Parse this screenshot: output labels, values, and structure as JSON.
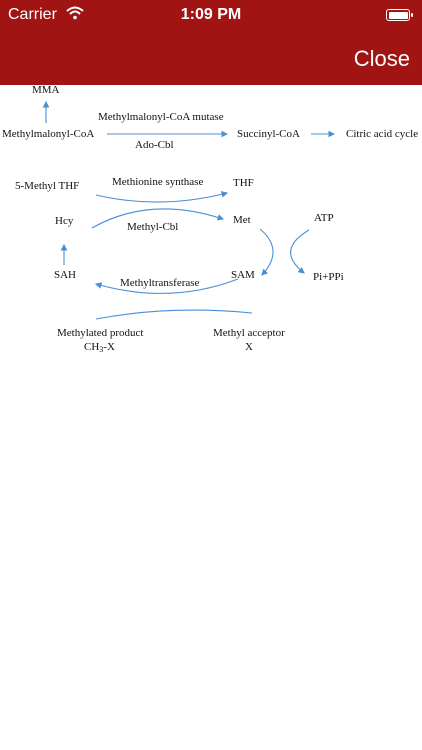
{
  "status_bar": {
    "carrier": "Carrier",
    "time": "1:09 PM",
    "wifi_icon": "wifi-icon",
    "battery_icon": "battery-icon"
  },
  "nav": {
    "close_label": "Close",
    "bar_color": "#a11414"
  },
  "diagram": {
    "arrow_color": "#4a8fd6",
    "labels": {
      "mma": "MMA",
      "methylmalonyl_coa": "Methylmalonyl-CoA",
      "mutase": "Methylmalonyl-CoA  mutase",
      "ado_cbl": "Ado-Cbl",
      "succinyl_coa": "Succinyl-CoA",
      "citric_acid": "Citric acid cycle",
      "methyl_thf": "5-Methyl THF",
      "methionine_synthase": "Methionine  synthase",
      "thf": "THF",
      "hcy": "Hcy",
      "methyl_cbl": "Methyl-Cbl",
      "met": "Met",
      "atp": "ATP",
      "sah": "SAH",
      "methyltransferase": "Methyltransferase",
      "sam": "SAM",
      "pi_ppi": "Pi+PPi",
      "methylated_product": "Methylated product",
      "ch3x_pre": "CH",
      "ch3x_sub": "3",
      "ch3x_post": "-X",
      "methyl_acceptor": "Methyl acceptor",
      "x": "X"
    }
  }
}
